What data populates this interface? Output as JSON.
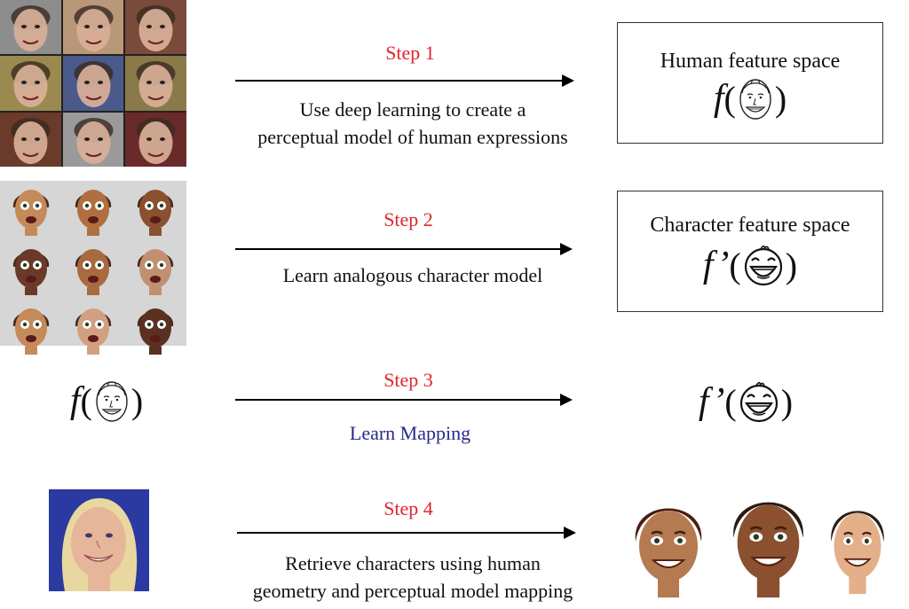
{
  "steps": [
    {
      "label": "Step 1",
      "caption_lines": [
        "Use deep learning to create a",
        "perceptual model of human expressions"
      ]
    },
    {
      "label": "Step 2",
      "caption_lines": [
        "Learn analogous character model"
      ]
    },
    {
      "label": "Step 3",
      "caption": "Learn Mapping"
    },
    {
      "label": "Step 4",
      "caption_lines": [
        "Retrieve characters using human",
        "geometry and perceptual model mapping"
      ]
    }
  ],
  "boxes": {
    "human": {
      "title": "Human feature space",
      "func": "f"
    },
    "character": {
      "title": "Character feature space",
      "func": "f’"
    }
  },
  "step3": {
    "left_func": "f",
    "right_func": "f’"
  },
  "images": {
    "human_grid_tints": [
      "#8d8d8d",
      "#b89878",
      "#7a4a3a",
      "#9a8a50",
      "#4a5a8a",
      "#8a7a4a",
      "#6a3a2a",
      "#9a9a9a",
      "#6a2a2a"
    ],
    "character_skin": [
      "#c48a5a",
      "#b06f40",
      "#8a5030",
      "#6a3a28",
      "#a86a40",
      "#c09070",
      "#c48a5a",
      "#d0a080",
      "#5a3020"
    ],
    "query_photo": {
      "background": "#2b3aa0",
      "hair": "#e8d8a0",
      "skin": "#e6b69a"
    },
    "result_characters": [
      "#b57a50",
      "#8a5030",
      "#e3b08a"
    ]
  },
  "icons": [
    "human-face-icon",
    "character-laughing-face-icon"
  ]
}
